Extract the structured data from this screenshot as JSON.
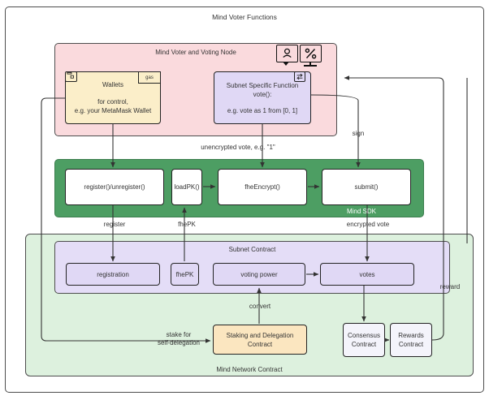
{
  "diagram": {
    "title": "Mind Voter Functions",
    "containers": {
      "voting_node": {
        "title": "Mind Voter and Voting Node",
        "color": "#fadadd"
      },
      "sdk": {
        "title": "Mind SDK",
        "color": "#4d9e63"
      },
      "subnet_contract": {
        "title": "Subnet Contract",
        "color": "#e4ddf7"
      },
      "network_contract": {
        "title": "Mind Network Contract",
        "color": "#ddf1de"
      }
    },
    "icons": {
      "voter_badge": "person-badge-icon",
      "percent_monitor": "percent-monitor-icon",
      "wallet": "wallet-icon",
      "swap": "swap-arrows-icon"
    },
    "nodes": {
      "wallets": {
        "title": "Wallets",
        "body": "for control,\ne.g. your MetaMask Wallet",
        "tag": "gas",
        "color": "#fbeec9"
      },
      "subnet_function": {
        "title": "Subnet Specific Function\nvote():",
        "body": "e.g. vote as 1 from [0, 1]",
        "color": "#e0d8f5"
      },
      "register": {
        "label": "register()/unregister()",
        "color": "#ffffff"
      },
      "loadpk": {
        "label": "loadPK()",
        "color": "#ffffff"
      },
      "fheencrypt": {
        "label": "fheEncrypt()",
        "color": "#ffffff"
      },
      "submit": {
        "label": "submit()",
        "color": "#ffffff"
      },
      "registration": {
        "label": "registration",
        "color": "#e0d8f5"
      },
      "fhepk": {
        "label": "fhePK",
        "color": "#e0d8f5"
      },
      "voting_power": {
        "label": "voting power",
        "color": "#e0d8f5"
      },
      "votes": {
        "label": "votes",
        "color": "#e0d8f5"
      },
      "staking": {
        "label": "Staking and Delegation Contract",
        "color": "#fbe6c0"
      },
      "consensus": {
        "label": "Consensus\nContract",
        "color": "#f4f4fb"
      },
      "rewards": {
        "label": "Rewards\nContract",
        "color": "#f4f4fb"
      }
    },
    "edge_labels": {
      "unencrypted_vote": "unencrypted vote, e.g. \"1\"",
      "sign": "sign",
      "register": "register",
      "fhepk": "fhePK",
      "encrypted_vote": "encrypted vote",
      "convert": "convert",
      "stake_for_self_delegation": "stake for\nself-delegation",
      "reward": "reward"
    }
  }
}
